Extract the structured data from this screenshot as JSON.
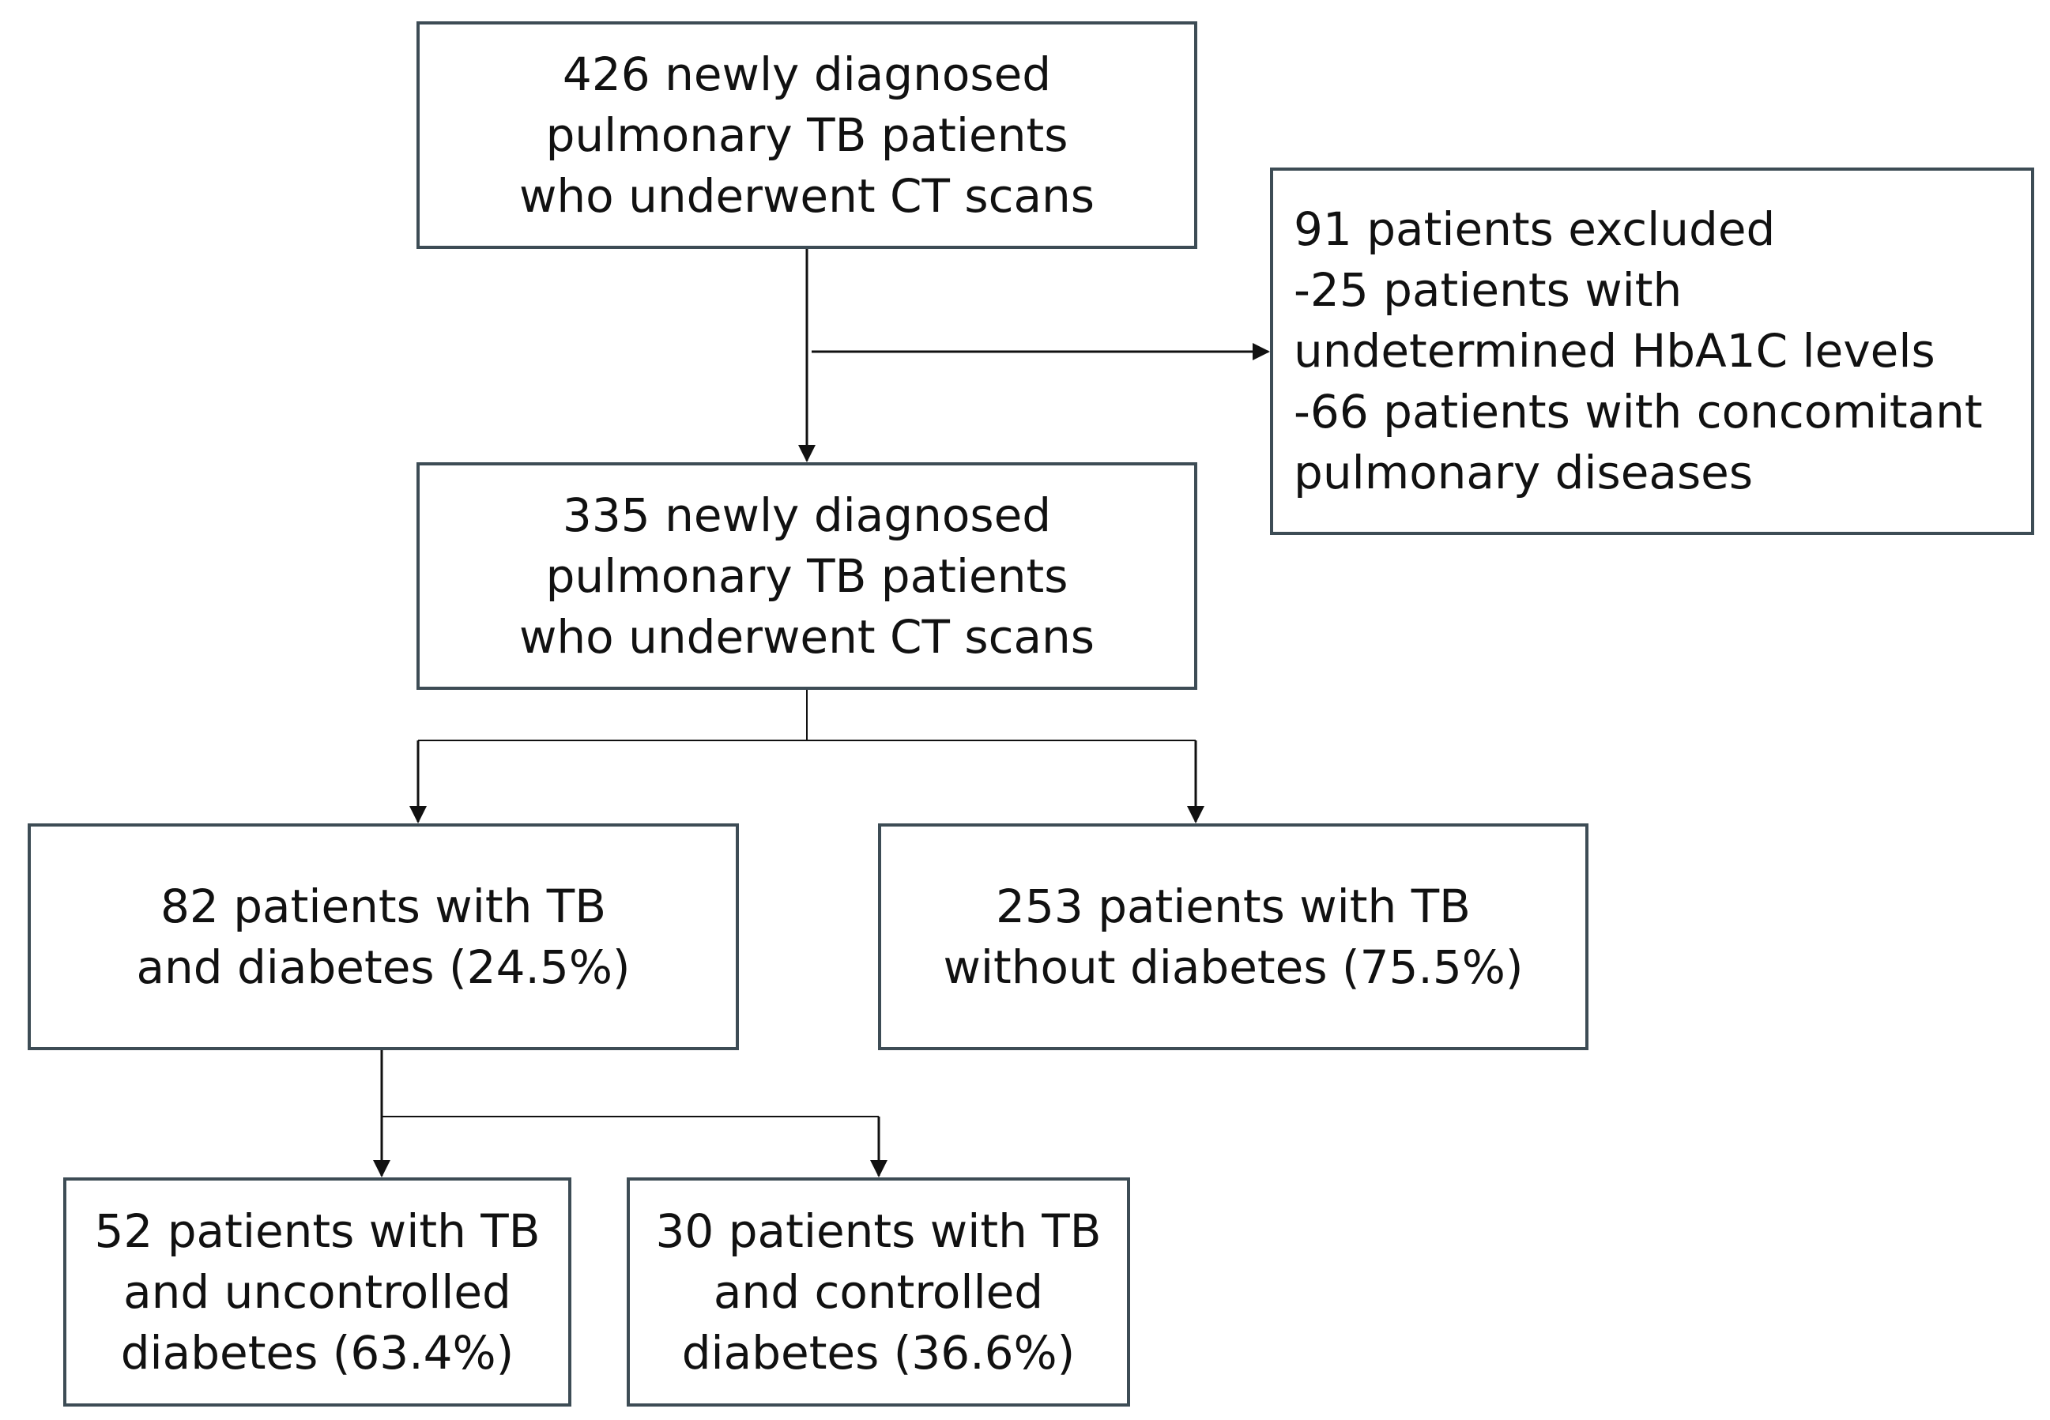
{
  "boxes": {
    "screened": {
      "lines": [
        "426 newly diagnosed",
        "pulmonary TB patients",
        "who underwent CT scans"
      ]
    },
    "excluded": {
      "lines": [
        "91 patients excluded",
        "-25 patients with",
        "undetermined HbA1C levels",
        "-66 patients with concomitant",
        "pulmonary diseases"
      ]
    },
    "eligible": {
      "lines": [
        "335 newly diagnosed",
        "pulmonary TB patients",
        "who underwent CT scans"
      ]
    },
    "tb_with_diabetes": {
      "lines": [
        "82 patients with TB",
        "and diabetes (24.5%)"
      ]
    },
    "tb_without_diabetes": {
      "lines": [
        "253 patients with TB",
        "without diabetes (75.5%)"
      ]
    },
    "uncontrolled": {
      "lines": [
        "52 patients with TB",
        "and uncontrolled",
        "diabetes (63.4%)"
      ]
    },
    "controlled": {
      "lines": [
        "30 patients with TB",
        "and controlled",
        "diabetes (36.6%)"
      ]
    }
  },
  "colors": {
    "box_border": "#3d4c55",
    "connector": "#111111",
    "text": "#111111"
  }
}
